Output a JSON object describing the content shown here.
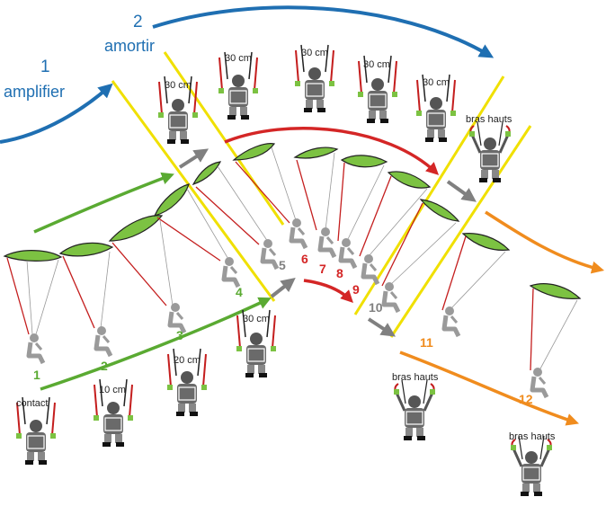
{
  "phases": [
    {
      "number": "1",
      "name": "amplifier"
    },
    {
      "number": "2",
      "name": "amortir"
    }
  ],
  "steps": [
    {
      "label": "1",
      "color": "#5aaa32"
    },
    {
      "label": "2",
      "color": "#5aaa32"
    },
    {
      "label": "3",
      "color": "#5aaa32"
    },
    {
      "label": "4",
      "color": "#5aaa32"
    },
    {
      "label": "5",
      "color": "#808080"
    },
    {
      "label": "6",
      "color": "#d42626"
    },
    {
      "label": "7",
      "color": "#d42626"
    },
    {
      "label": "8",
      "color": "#d42626"
    },
    {
      "label": "9",
      "color": "#d42626"
    },
    {
      "label": "10",
      "color": "#808080"
    },
    {
      "label": "11",
      "color": "#f08c1e"
    },
    {
      "label": "12",
      "color": "#f08c1e"
    }
  ],
  "pilot_labels": {
    "contact": "contact",
    "ten_cm": "10 cm",
    "twenty_cm": "20 cm",
    "thirty_cm": "30 cm",
    "bras_hauts": "bras hauts"
  },
  "colors": {
    "blue": "#1f6fb2",
    "green": "#5aaa32",
    "grey": "#808080",
    "red": "#d42626",
    "orange": "#f08c1e",
    "yellow": "#f0e000",
    "wing": "#7cc242"
  }
}
